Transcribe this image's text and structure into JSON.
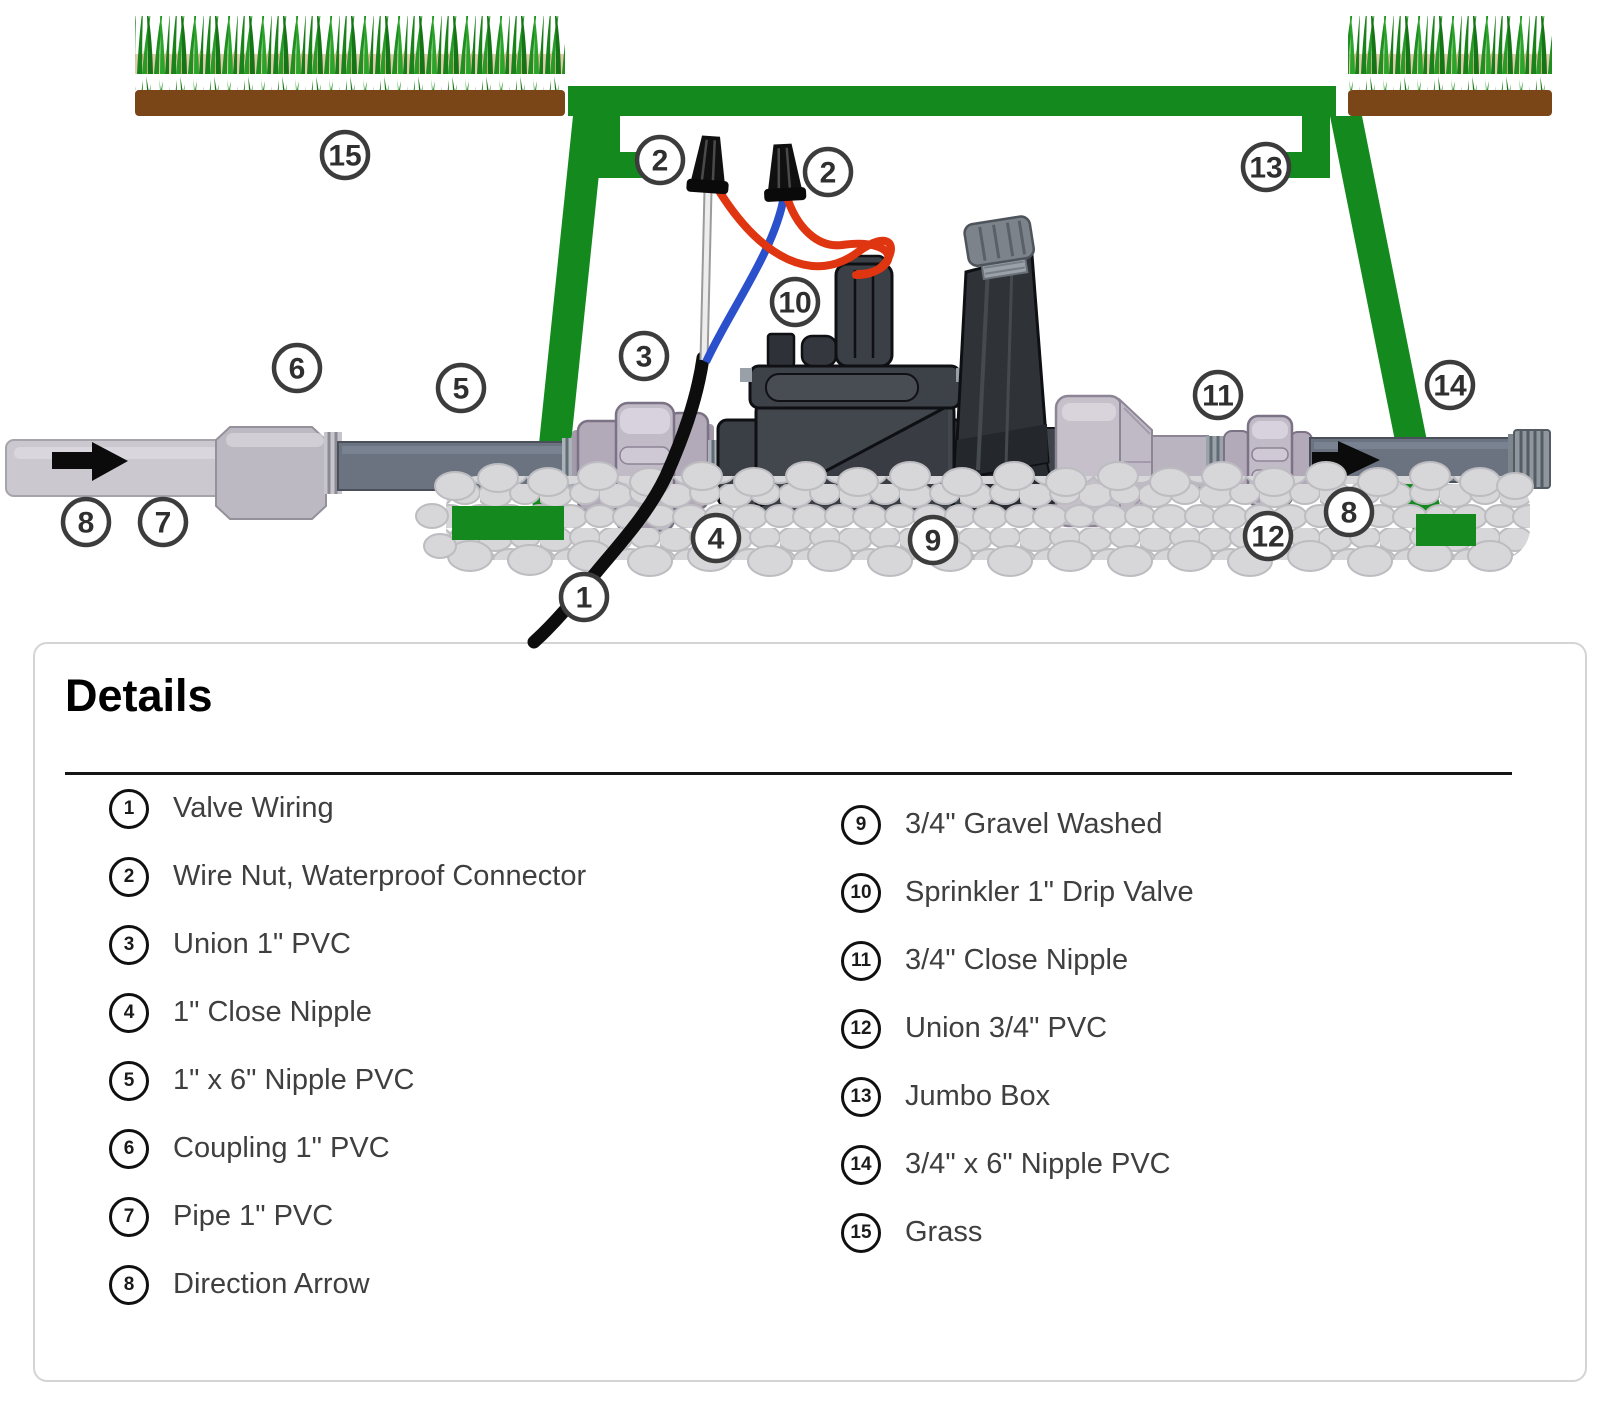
{
  "diagram": {
    "callouts": [
      {
        "n": "15"
      },
      {
        "n": "2"
      },
      {
        "n": "2"
      },
      {
        "n": "13"
      },
      {
        "n": "10"
      },
      {
        "n": "3"
      },
      {
        "n": "6"
      },
      {
        "n": "5"
      },
      {
        "n": "11"
      },
      {
        "n": "14"
      },
      {
        "n": "8"
      },
      {
        "n": "7"
      },
      {
        "n": "4"
      },
      {
        "n": "9"
      },
      {
        "n": "12"
      },
      {
        "n": "8"
      },
      {
        "n": "1"
      }
    ]
  },
  "details": {
    "title": "Details",
    "left": [
      {
        "n": "1",
        "label": "Valve Wiring"
      },
      {
        "n": "2",
        "label": "Wire Nut, Waterproof Connector"
      },
      {
        "n": "3",
        "label": "Union 1\" PVC"
      },
      {
        "n": "4",
        "label": "1\" Close Nipple"
      },
      {
        "n": "5",
        "label": "1\" x 6\" Nipple PVC"
      },
      {
        "n": "6",
        "label": "Coupling 1\" PVC"
      },
      {
        "n": "7",
        "label": "Pipe 1\" PVC"
      },
      {
        "n": "8",
        "label": "Direction Arrow"
      }
    ],
    "right": [
      {
        "n": "9",
        "label": "3/4\" Gravel Washed"
      },
      {
        "n": "10",
        "label": "Sprinkler 1\" Drip Valve"
      },
      {
        "n": "11",
        "label": "3/4\" Close Nipple"
      },
      {
        "n": "12",
        "label": "Union 3/4\" PVC"
      },
      {
        "n": "13",
        "label": "Jumbo Box"
      },
      {
        "n": "14",
        "label": "3/4\" x 6\" Nipple PVC"
      },
      {
        "n": "15",
        "label": "Grass"
      }
    ]
  },
  "colors": {
    "box_green": "#148a1e",
    "grass_green": "#1f8c1f",
    "soil_brown": "#7a4517",
    "pvc_light_gray": "#cbc9cf",
    "pipe_dark_gray": "#6b7380",
    "union_gray": "#c1bac7",
    "valve_charcoal": "#42464d",
    "gravel_gray": "#d7d7da",
    "wire_red": "#df3510",
    "wire_blue": "#2b50cc",
    "arrow_black": "#0b0b0b",
    "panel_border": "#d4d4d4",
    "text_dark": "#3f3f3f"
  }
}
